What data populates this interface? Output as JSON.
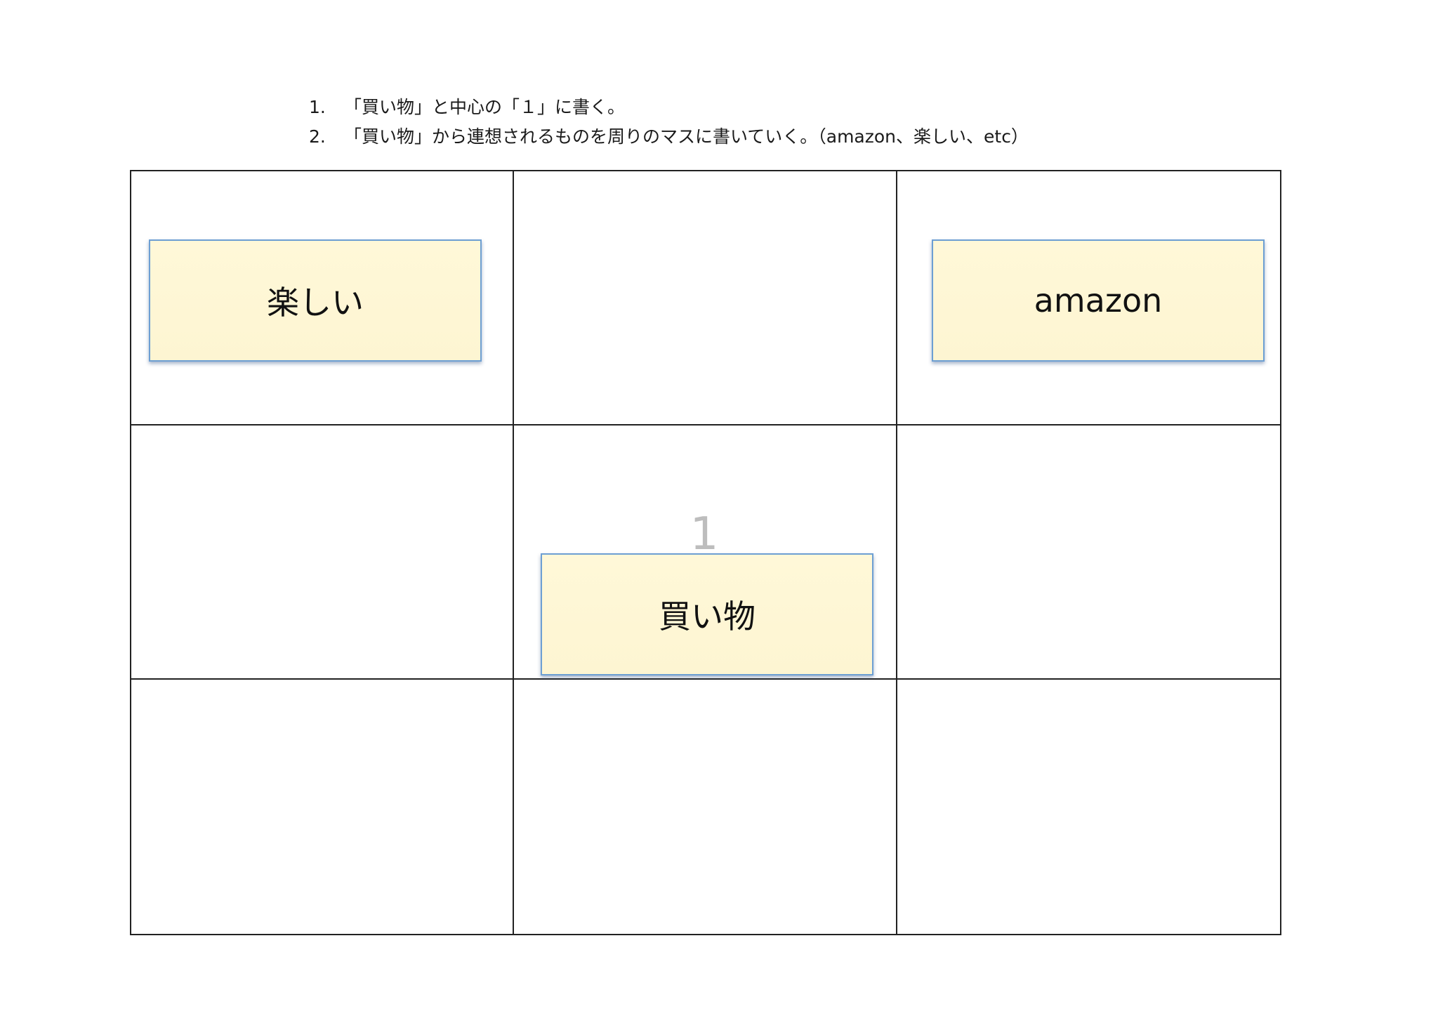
{
  "instructions": [
    {
      "number": "1.",
      "text": "「買い物」と中心の「１」に書く。"
    },
    {
      "number": "2.",
      "text": "「買い物」から連想されるものを周りのマスに書いていく。（amazon、楽しい、etc）"
    }
  ],
  "grid": {
    "center_number": "1",
    "stickies": {
      "fun": "楽しい",
      "amazon": "amazon",
      "shopping": "買い物"
    }
  },
  "colors": {
    "sticky_fill": "#fdf5d2",
    "sticky_border": "#6d9fd3",
    "grid_line": "#222222",
    "center_number": "#bdbdbd"
  }
}
